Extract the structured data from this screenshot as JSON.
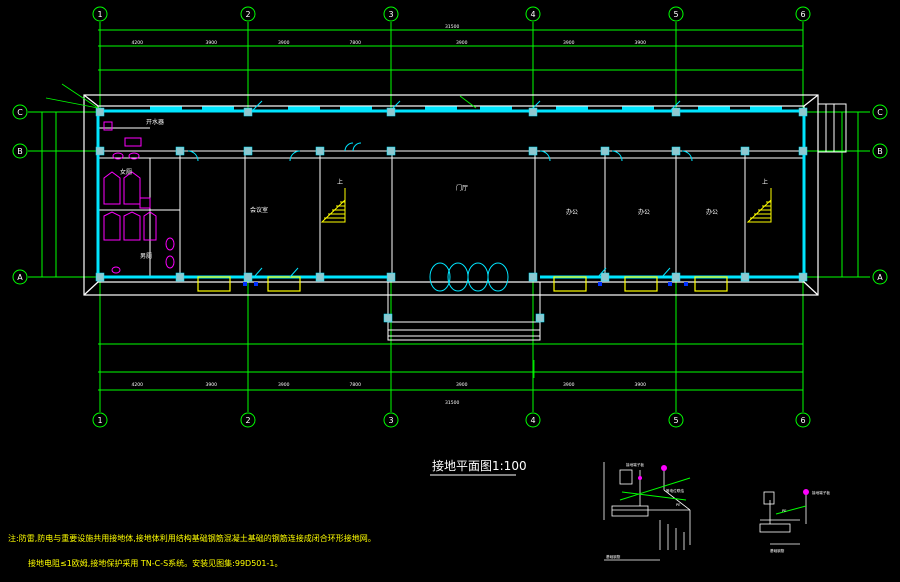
{
  "title": "接地平面图1:100",
  "axes_columns": [
    "1",
    "2",
    "3",
    "4",
    "5",
    "6"
  ],
  "axes_rows": [
    "C",
    "B",
    "A"
  ],
  "dims_top": [
    "4200",
    "3900",
    "3900",
    "7800",
    "3900",
    "3900",
    "3900"
  ],
  "dims_bottom": [
    "4200",
    "3900",
    "3900",
    "7800",
    "3900",
    "3900",
    "3900"
  ],
  "total_dim": "31500",
  "rooms": {
    "hall": "门厅",
    "meeting": "会议室",
    "office1": "办公",
    "office2": "办公",
    "office3": "办公",
    "female_wc": "女厕",
    "male_wc": "男厕",
    "storage": "开水器",
    "stair1": "上",
    "stair2": "上"
  },
  "notes": {
    "line1": "注:防雷,防电与重要设施共用接地体,接地体利用结构基础钢筋混凝土基础的钢筋连接成闭合环形接地网。",
    "line2": "接地电阻≤1欧姆,接地保护采用 TN-C-S系统。安装见图集:99D501-1。"
  },
  "detail_labels": [
    "接地端子板",
    "等电位联结",
    "PE",
    "基础钢筋"
  ]
}
